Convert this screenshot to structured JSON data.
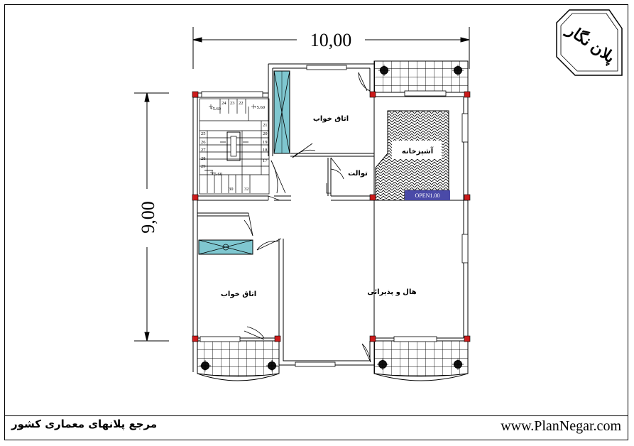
{
  "dimensions": {
    "width_label": "10,00",
    "height_label": "9,00"
  },
  "rooms": {
    "bedroom_top": "اتاق خواب",
    "bedroom_left": "اتاق خواب",
    "toilet": "توالت",
    "kitchen": "آشپزخانه",
    "kitchen_open": "OPEN1.00",
    "hall": "هال و پذیرائی"
  },
  "stairs": {
    "right_col": [
      "21",
      "20",
      "19",
      "18",
      "17"
    ],
    "left_col": [
      "25",
      "26",
      "27",
      "28",
      "29"
    ],
    "bottom_labels": [
      "30",
      "32"
    ],
    "top_labels": [
      "24",
      "23",
      "22"
    ],
    "level_top_left": "+5.60",
    "level_top_right": "+5.60",
    "level_mid": "+5.60"
  },
  "logo": {
    "text": "پلان نگار"
  },
  "footer": {
    "left_text": "مرجع پلانهای معماری کشور",
    "right_text": "www.PlanNegar.com"
  },
  "colors": {
    "column": "#cc1b1b",
    "window_fill": "#7fc7d0",
    "kitchen_bar": "#4a4aa8"
  }
}
